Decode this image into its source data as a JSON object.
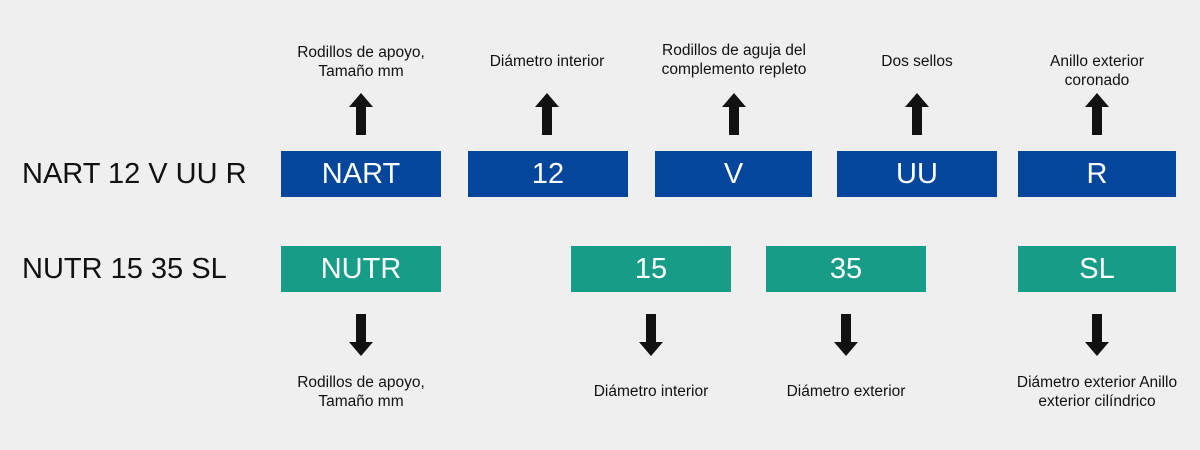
{
  "rows": [
    {
      "label": "NART 12 V UU R",
      "segments": [
        {
          "code": "NART",
          "caption": "Rodillos de apoyo,\nTamaño mm"
        },
        {
          "code": "12",
          "caption": "Diámetro interior"
        },
        {
          "code": "V",
          "caption": "Rodillos de aguja del\ncomplemento repleto"
        },
        {
          "code": "UU",
          "caption": "Dos sellos"
        },
        {
          "code": "R",
          "caption": "Anillo exterior\ncoronado"
        }
      ]
    },
    {
      "label": "NUTR 15 35 SL",
      "segments": [
        {
          "code": "NUTR",
          "caption": "Rodillos de apoyo,\nTamaño mm"
        },
        {
          "code": "15",
          "caption": "Diámetro interior"
        },
        {
          "code": "35",
          "caption": "Diámetro exterior"
        },
        {
          "code": "SL",
          "caption": "Diámetro exterior Anillo\nexterior cilíndrico"
        }
      ]
    }
  ],
  "colors": {
    "row1_box": "#03469b",
    "row2_box": "#179c87",
    "background": "#efefef"
  }
}
